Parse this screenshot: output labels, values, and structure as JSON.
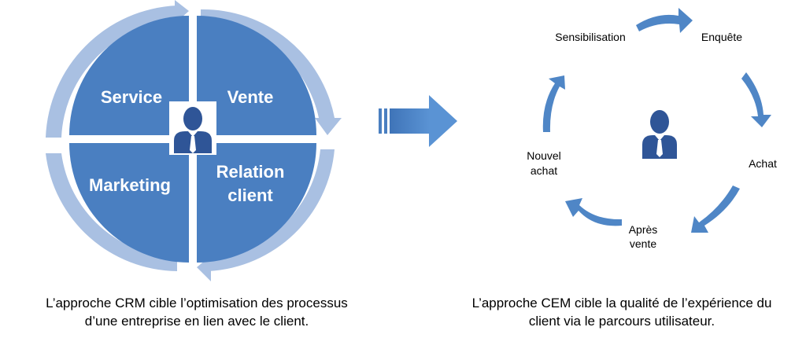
{
  "crm": {
    "quadrants": {
      "service": "Service",
      "vente": "Vente",
      "marketing": "Marketing",
      "relation_line1": "Relation",
      "relation_line2": "client"
    },
    "caption_line1": "L’approche CRM cible l’optimisation des processus",
    "caption_line2": "d’une entreprise en lien avec le client."
  },
  "cem": {
    "stages": {
      "sensibilisation": "Sensibilisation",
      "enquete": "Enquête",
      "achat": "Achat",
      "apres_line1": "Après",
      "apres_line2": "vente",
      "nouvel_line1": "Nouvel",
      "nouvel_line2": "achat"
    },
    "caption_line1": "L’approche CEM cible la qualité de l’expérience du",
    "caption_line2": "client via le parcours utilisateur."
  },
  "colors": {
    "quadrant_fill": "#4a7fc1",
    "outer_ring": "#a9c0e2",
    "arrow_blue": "#4f86c6",
    "person_blue": "#2f5597"
  },
  "icons": [
    "person-icon",
    "right-arrow-icon",
    "cycle-arrow-icon"
  ]
}
